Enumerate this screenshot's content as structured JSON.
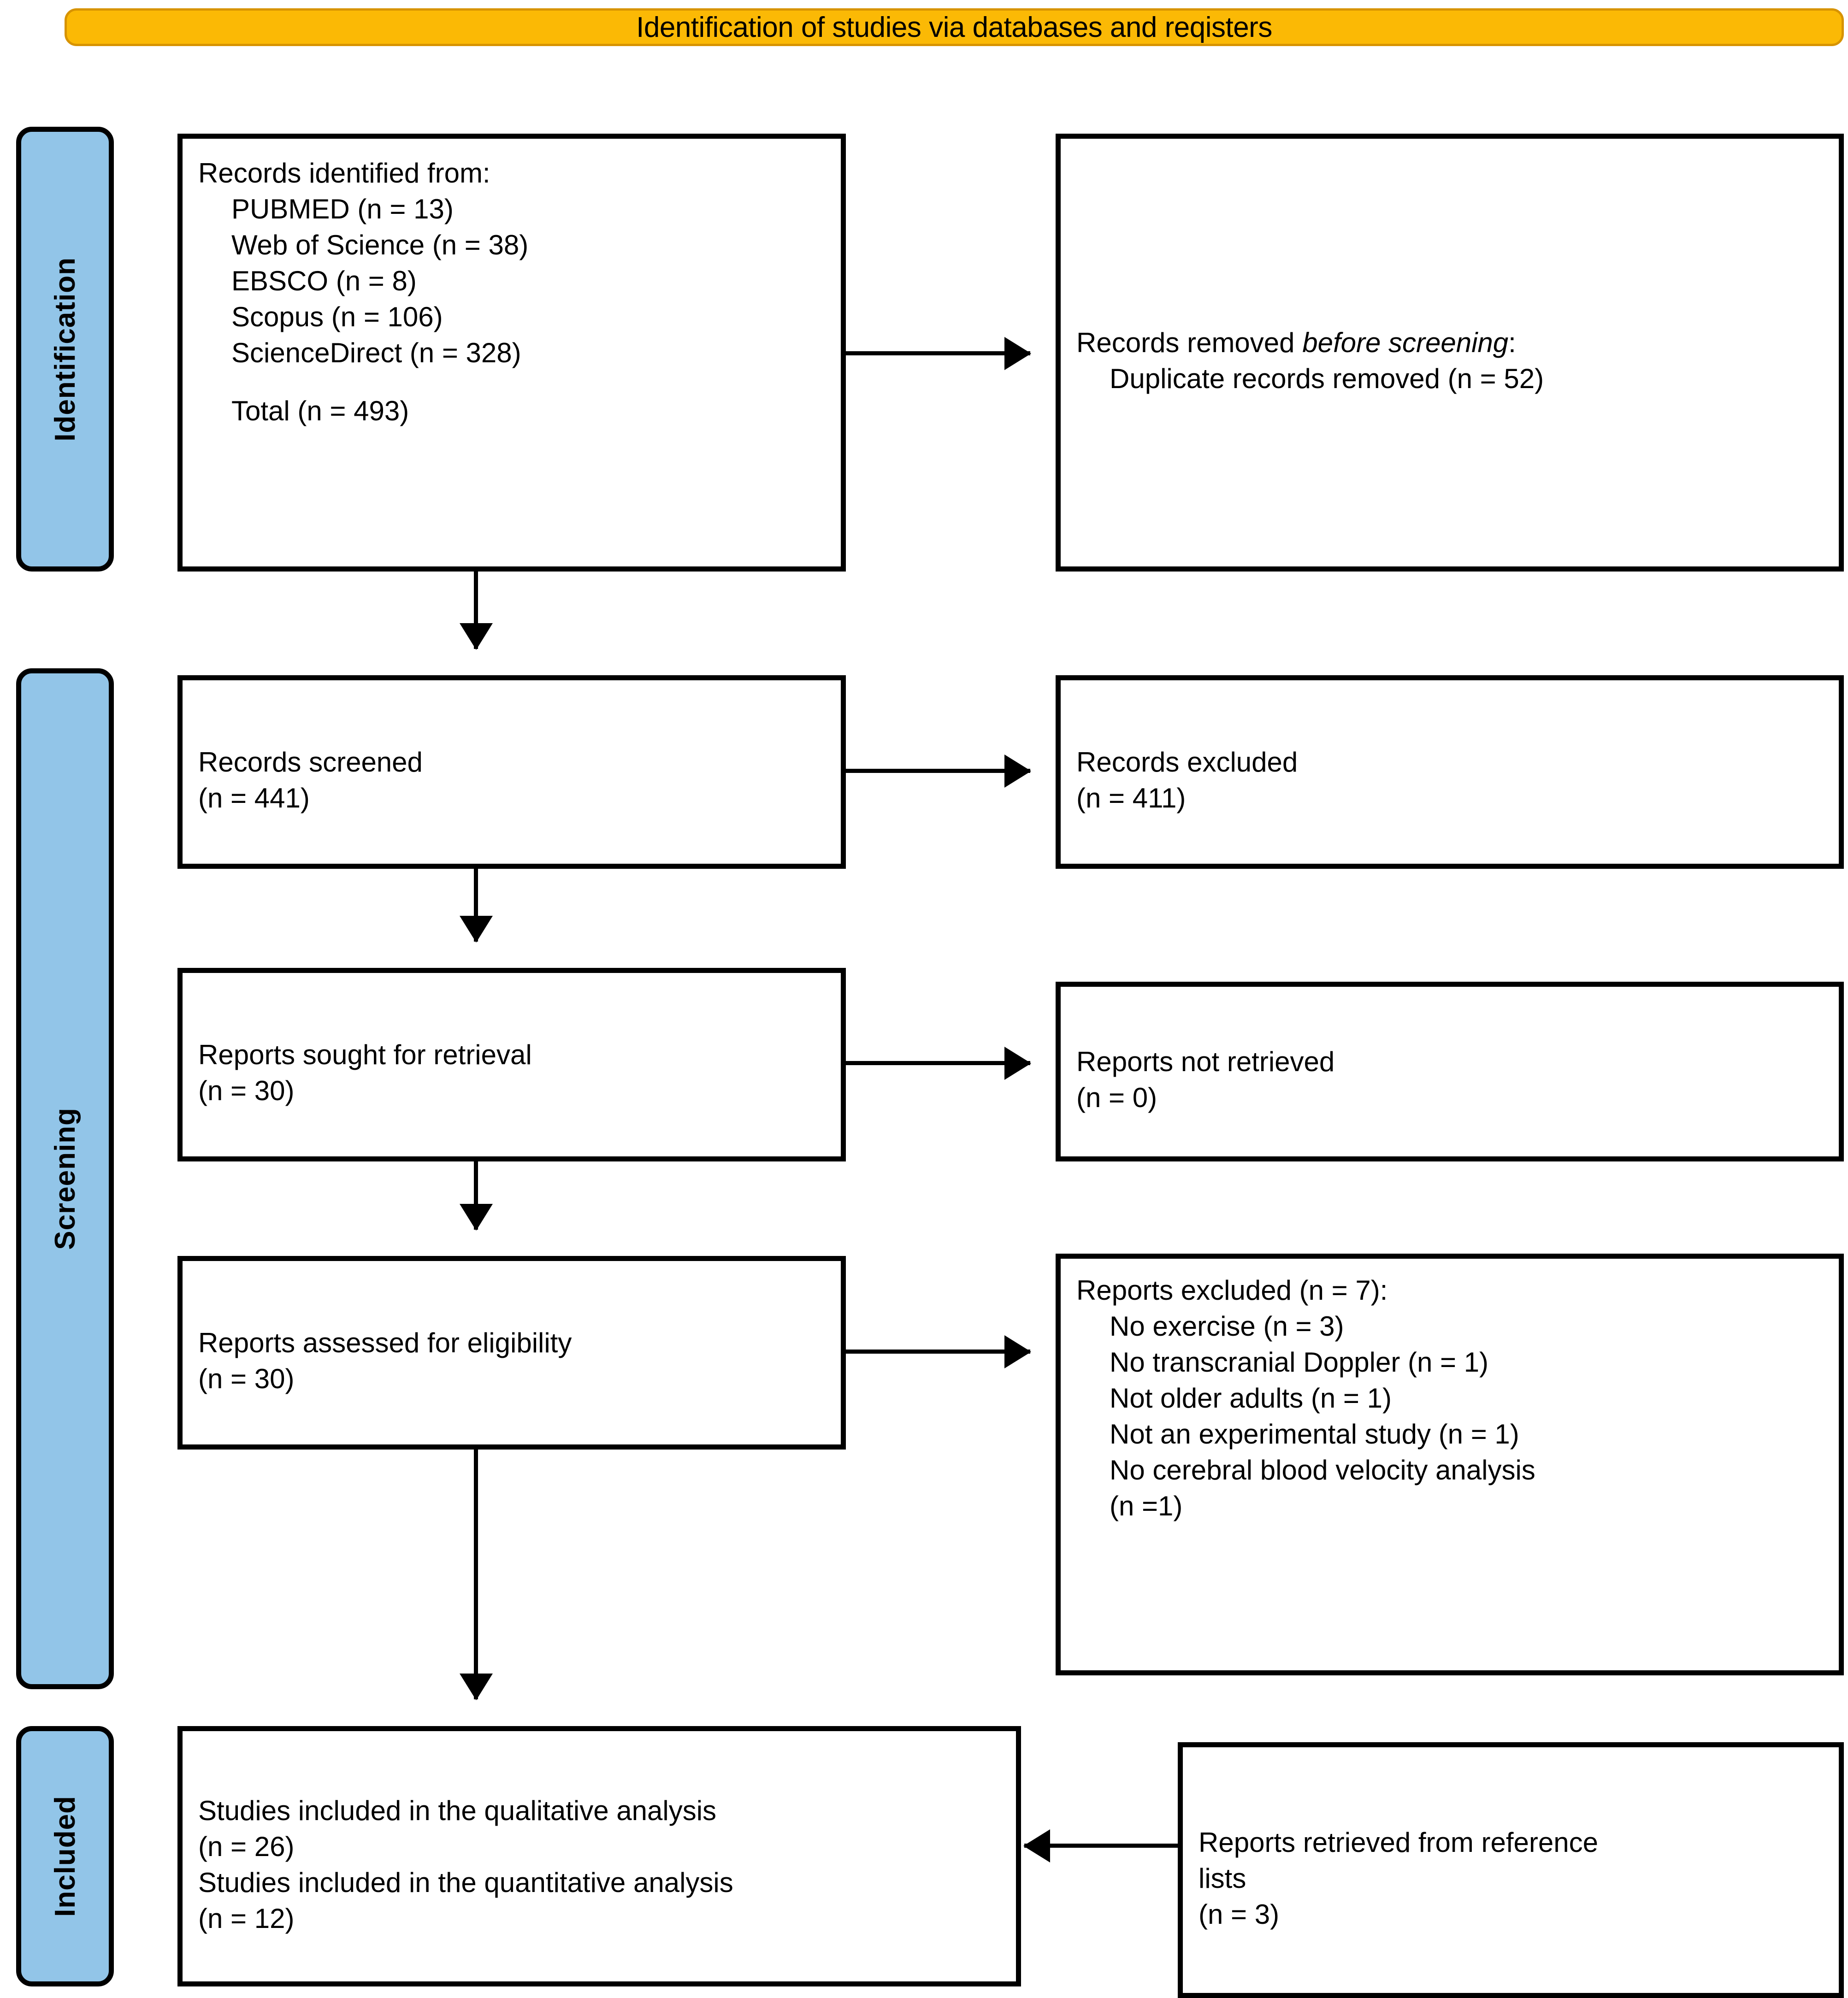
{
  "banner": {
    "title": "Identification of studies via databases and reqisters",
    "fill_color": "#FBB905",
    "border_color": "#D79300"
  },
  "stages": {
    "identification": "Identification",
    "screening": "Screening",
    "included": "Included",
    "fill_color": "#92C5E8"
  },
  "boxes": {
    "records_identified": {
      "heading": "Records identified from:",
      "sources": [
        "PUBMED (n = 13)",
        "Web of Science (n = 38)",
        "EBSCO (n = 8)",
        "Scopus (n = 106)",
        "ScienceDirect (n = 328)"
      ],
      "total": "Total (n = 493)"
    },
    "records_removed": {
      "line1_prefix": "Records removed ",
      "line1_italic": "before screening",
      "line1_suffix": ":",
      "line2": "Duplicate records removed (n = 52)"
    },
    "records_screened": {
      "label": "Records screened",
      "count": "(n = 441)"
    },
    "records_excluded": {
      "label": "Records excluded",
      "count": "(n = 411)"
    },
    "reports_sought": {
      "label": "Reports sought for retrieval",
      "count": "(n = 30)"
    },
    "reports_not_retrieved": {
      "label": "Reports not retrieved",
      "count": "(n = 0)"
    },
    "reports_assessed": {
      "label": "Reports assessed for eligibility",
      "count": "(n = 30)"
    },
    "reports_excluded": {
      "heading": "Reports excluded (n = 7):",
      "reasons": [
        "No exercise (n = 3)",
        "No transcranial Doppler (n = 1)",
        "Not older adults (n = 1)",
        "Not an experimental study (n = 1)",
        "No cerebral blood velocity analysis",
        "(n =1)"
      ]
    },
    "studies_included": {
      "qualitative_label": "Studies included in the qualitative analysis",
      "qualitative_count": "(n = 26)",
      "quantitative_label": "Studies included in the quantitative analysis",
      "quantitative_count": "(n = 12)"
    },
    "reports_from_references": {
      "line1": "Reports retrieved from reference",
      "line2": "lists",
      "count": "(n = 3)"
    }
  },
  "chart_data": {
    "type": "diagram",
    "title": "PRISMA flow diagram",
    "nodes": [
      {
        "id": "records_identified",
        "stage": "Identification",
        "n": 493
      },
      {
        "id": "records_removed",
        "stage": "Identification",
        "n": 52
      },
      {
        "id": "records_screened",
        "stage": "Screening",
        "n": 441
      },
      {
        "id": "records_excluded",
        "stage": "Screening",
        "n": 411
      },
      {
        "id": "reports_sought",
        "stage": "Screening",
        "n": 30
      },
      {
        "id": "reports_not_retrieved",
        "stage": "Screening",
        "n": 0
      },
      {
        "id": "reports_assessed",
        "stage": "Screening",
        "n": 30
      },
      {
        "id": "reports_excluded",
        "stage": "Screening",
        "n": 7
      },
      {
        "id": "studies_included_qualitative",
        "stage": "Included",
        "n": 26
      },
      {
        "id": "studies_included_quantitative",
        "stage": "Included",
        "n": 12
      },
      {
        "id": "reports_from_references",
        "stage": "Included",
        "n": 3
      }
    ]
  }
}
